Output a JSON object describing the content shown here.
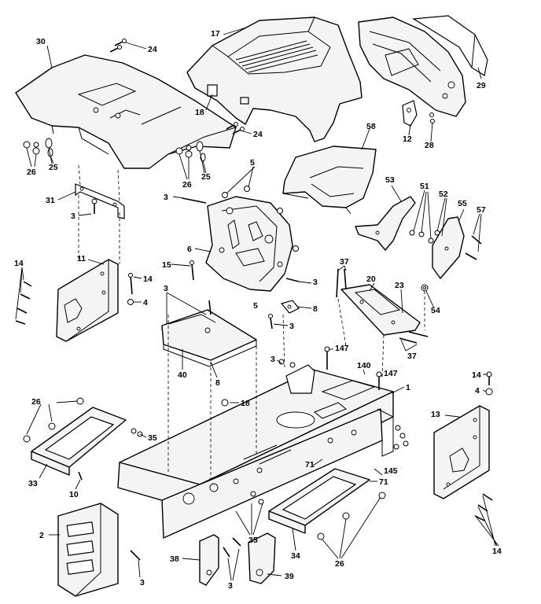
{
  "callouts": [
    {
      "id": "c30",
      "label": "30"
    },
    {
      "id": "c24a",
      "label": "24"
    },
    {
      "id": "c17",
      "label": "17"
    },
    {
      "id": "c18",
      "label": "18"
    },
    {
      "id": "c29",
      "label": "29"
    },
    {
      "id": "c12",
      "label": "12"
    },
    {
      "id": "c28",
      "label": "28"
    },
    {
      "id": "c24b",
      "label": "24"
    },
    {
      "id": "c26a",
      "label": "26"
    },
    {
      "id": "c25a",
      "label": "25"
    },
    {
      "id": "c26b",
      "label": "26"
    },
    {
      "id": "c25b",
      "label": "25"
    },
    {
      "id": "c5a",
      "label": "5"
    },
    {
      "id": "c58",
      "label": "58"
    },
    {
      "id": "c31",
      "label": "31"
    },
    {
      "id": "c3a",
      "label": "3"
    },
    {
      "id": "c3b",
      "label": "3"
    },
    {
      "id": "c6",
      "label": "6"
    },
    {
      "id": "c53",
      "label": "53"
    },
    {
      "id": "c51",
      "label": "51"
    },
    {
      "id": "c52",
      "label": "52"
    },
    {
      "id": "c55",
      "label": "55"
    },
    {
      "id": "c57",
      "label": "57"
    },
    {
      "id": "c14a",
      "label": "14"
    },
    {
      "id": "c11",
      "label": "11"
    },
    {
      "id": "c15",
      "label": "15"
    },
    {
      "id": "c14b",
      "label": "14"
    },
    {
      "id": "c4a",
      "label": "4"
    },
    {
      "id": "c8a",
      "label": "8"
    },
    {
      "id": "c3c",
      "label": "3"
    },
    {
      "id": "c37a",
      "label": "37"
    },
    {
      "id": "c20",
      "label": "20"
    },
    {
      "id": "c23",
      "label": "23"
    },
    {
      "id": "c54",
      "label": "54"
    },
    {
      "id": "c3d",
      "label": "3"
    },
    {
      "id": "c5b",
      "label": "5"
    },
    {
      "id": "c3e",
      "label": "3"
    },
    {
      "id": "c40",
      "label": "40"
    },
    {
      "id": "c8b",
      "label": "8"
    },
    {
      "id": "c37b",
      "label": "37"
    },
    {
      "id": "c147a",
      "label": "147"
    },
    {
      "id": "c3f",
      "label": "3"
    },
    {
      "id": "c140",
      "label": "140"
    },
    {
      "id": "c147b",
      "label": "147"
    },
    {
      "id": "c1",
      "label": "1"
    },
    {
      "id": "c14c",
      "label": "14"
    },
    {
      "id": "c4b",
      "label": "4"
    },
    {
      "id": "c26c",
      "label": "26"
    },
    {
      "id": "c18b",
      "label": "18"
    },
    {
      "id": "c35a",
      "label": "35"
    },
    {
      "id": "c13",
      "label": "13"
    },
    {
      "id": "c33",
      "label": "33"
    },
    {
      "id": "c10",
      "label": "10"
    },
    {
      "id": "c71a",
      "label": "71"
    },
    {
      "id": "c145",
      "label": "145"
    },
    {
      "id": "c71b",
      "label": "71"
    },
    {
      "id": "c2",
      "label": "2"
    },
    {
      "id": "c35b",
      "label": "35"
    },
    {
      "id": "c14d",
      "label": "14"
    },
    {
      "id": "c38",
      "label": "38"
    },
    {
      "id": "c3g",
      "label": "3"
    },
    {
      "id": "c34",
      "label": "34"
    },
    {
      "id": "c26d",
      "label": "26"
    },
    {
      "id": "c39",
      "label": "39"
    },
    {
      "id": "c3h",
      "label": "3"
    }
  ]
}
